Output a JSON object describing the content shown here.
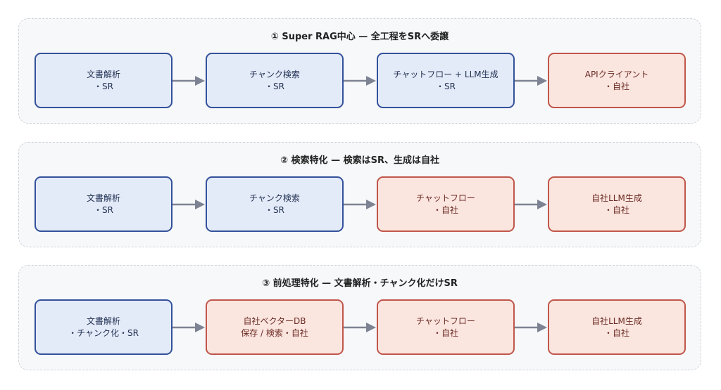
{
  "rows": [
    {
      "title": "① Super RAG中心 — 全工程をSRへ委譲",
      "nodes": [
        {
          "line1": "文書解析",
          "line2": "・SR",
          "kind": "sr"
        },
        {
          "line1": "チャンク検索",
          "line2": "・SR",
          "kind": "sr"
        },
        {
          "line1": "チャットフロー + LLM生成",
          "line2": "・SR",
          "kind": "sr"
        },
        {
          "line1": "APIクライアント",
          "line2": "・自社",
          "kind": "own"
        }
      ]
    },
    {
      "title": "② 検索特化 — 検索はSR、生成は自社",
      "nodes": [
        {
          "line1": "文書解析",
          "line2": "・SR",
          "kind": "sr"
        },
        {
          "line1": "チャンク検索",
          "line2": "・SR",
          "kind": "sr"
        },
        {
          "line1": "チャットフロー",
          "line2": "・自社",
          "kind": "own"
        },
        {
          "line1": "自社LLM生成",
          "line2": "・自社",
          "kind": "own"
        }
      ]
    },
    {
      "title": "③ 前処理特化 — 文書解析・チャンク化だけSR",
      "nodes": [
        {
          "line1": "文書解析",
          "line2": "・チャンク化・SR",
          "kind": "sr"
        },
        {
          "line1": "自社ベクターDB",
          "line2": "保存 / 検索・自社",
          "kind": "own"
        },
        {
          "line1": "チャットフロー",
          "line2": "・自社",
          "kind": "own"
        },
        {
          "line1": "自社LLM生成",
          "line2": "・自社",
          "kind": "own"
        }
      ]
    }
  ],
  "colors": {
    "sr_fill": "#e4ebf8",
    "sr_border": "#34529a",
    "own_fill": "#fbe5df",
    "own_border": "#c0564a",
    "arrow": "#7d8392"
  }
}
